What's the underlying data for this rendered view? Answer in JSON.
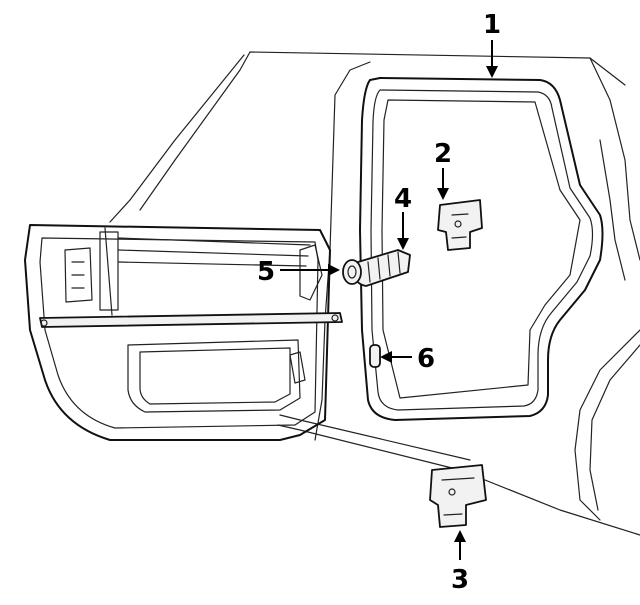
{
  "callouts": [
    {
      "id": "1",
      "label": "1"
    },
    {
      "id": "2",
      "label": "2"
    },
    {
      "id": "3",
      "label": "3"
    },
    {
      "id": "4",
      "label": "4"
    },
    {
      "id": "5",
      "label": "5"
    },
    {
      "id": "6",
      "label": "6"
    }
  ],
  "colors": {
    "line": "#111111",
    "fill": "#ffffff"
  }
}
